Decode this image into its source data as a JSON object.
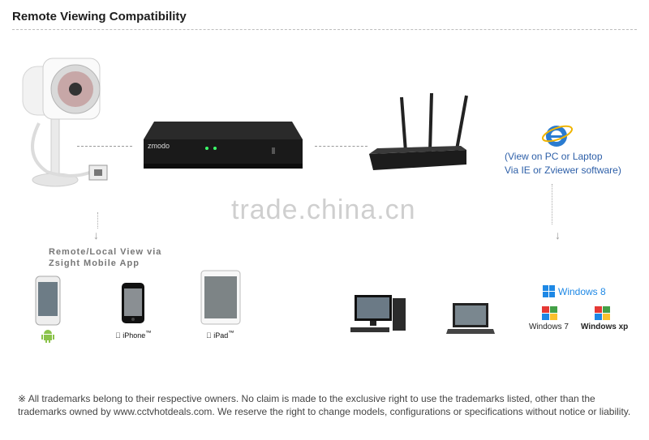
{
  "header": {
    "title": "Remote Viewing Compatibility"
  },
  "labels": {
    "pc_line1": "(View on PC or Laptop",
    "pc_line2": "Via IE or Zviewer software)",
    "app_line1": "Remote/Local View via",
    "app_line2": "Zsight Mobile App",
    "watermark": "trade.china.cn",
    "dvr_brand": "zmodo",
    "iphone": "iPhone",
    "ipad": "iPad",
    "win8": "Windows 8",
    "win7": "Windows 7",
    "winxp": "Windows xp"
  },
  "footer": {
    "symbol": "※",
    "text": "All trademarks belong to their respective owners. No claim is made to the exclusive right to use the trademarks listed, other than the trademarks owned by www.cctvhotdeals.com. We reserve the right to change models, configurations or specifications without notice or liability."
  },
  "colors": {
    "accent": "#2d5fa8",
    "android": "#8bc34a",
    "windows": "#1e88e5"
  }
}
